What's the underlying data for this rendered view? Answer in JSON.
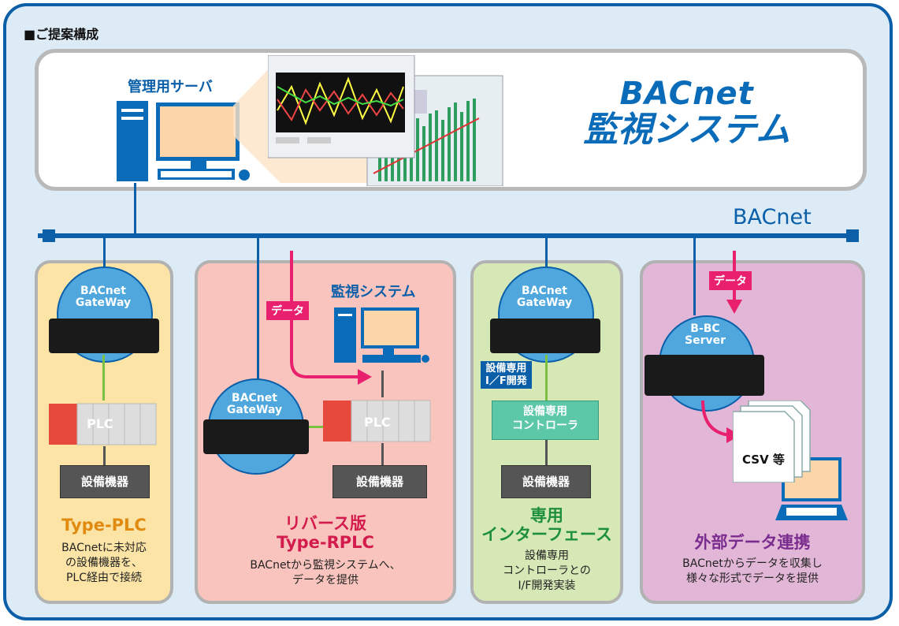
{
  "section_title": "■ご提案構成",
  "top": {
    "server_label": "管理用サーバ",
    "title_line1": "BACnet",
    "title_line2": "監視システム"
  },
  "bus_label": "BACnet",
  "panels": [
    {
      "gateway_line1": "BACnet",
      "gateway_line2": "GateWay",
      "plc_label": "PLC",
      "device_label": "設備機器",
      "title": "Type-PLC",
      "desc": [
        "BACnetに未対応",
        "の設備機器を、",
        "PLC経由で接続"
      ]
    },
    {
      "data_tag": "データ",
      "monitor_label": "監視システム",
      "gateway_line1": "BACnet",
      "gateway_line2": "GateWay",
      "plc_label": "PLC",
      "device_label": "設備機器",
      "title_line1": "リバース版",
      "title_line2": "Type-RPLC",
      "desc": [
        "BACnetから監視システムへ、",
        "データを提供"
      ]
    },
    {
      "gateway_line1": "BACnet",
      "gateway_line2": "GateWay",
      "if_tag_line1": "設備専用",
      "if_tag_line2": "I／F開発",
      "controller_line1": "設備専用",
      "controller_line2": "コントローラ",
      "device_label": "設備機器",
      "title_line1": "専用",
      "title_line2": "インターフェース",
      "desc": [
        "設備専用",
        "コントローラとの",
        "I/F開発実装"
      ]
    },
    {
      "data_tag": "データ",
      "server_line1": "B-BC",
      "server_line2": "Server",
      "csv_label": "CSV 等",
      "title": "外部データ連携",
      "desc": [
        "BACnetからデータを収集し",
        "様々な形式でデータを提供"
      ]
    }
  ],
  "colors": {
    "frame": "#0a5fa8",
    "background": "#dcebf6",
    "panel_plc": "#fce4a6",
    "panel_rplc": "#f8c4bd",
    "panel_if": "#d6e8b6",
    "panel_ext": "#e2b6d6",
    "data_tag": "#e8206e"
  }
}
